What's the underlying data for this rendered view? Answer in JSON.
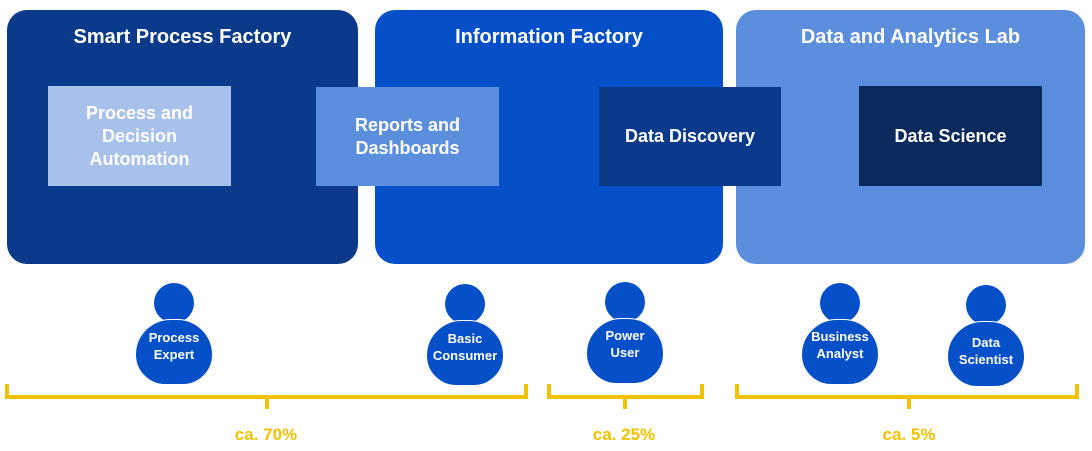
{
  "factories": [
    {
      "title": "Smart Process Factory"
    },
    {
      "title": "Information Factory"
    },
    {
      "title": "Data and Analytics Lab"
    }
  ],
  "boxes": [
    {
      "label": "Process and Decision Automation"
    },
    {
      "label": "Reports and Dashboards"
    },
    {
      "label": "Data Discovery"
    },
    {
      "label": "Data Science"
    }
  ],
  "users": [
    {
      "line1": "Process",
      "line2": "Expert"
    },
    {
      "line1": "Basic",
      "line2": "Consumer"
    },
    {
      "line1": "Power",
      "line2": "User"
    },
    {
      "line1": "Business",
      "line2": "Analyst"
    },
    {
      "line1": "Data",
      "line2": "Scientist"
    }
  ],
  "shares": [
    {
      "label": "ca. 70%"
    },
    {
      "label": "ca. 25%"
    },
    {
      "label": "ca. 5%"
    }
  ],
  "colors": {
    "factory_dark": "#0b3a8a",
    "factory_mid": "#0550c8",
    "factory_light": "#5b8edd",
    "box_pale": "#a7c1ea",
    "box_navy": "#0a2a5e",
    "person": "#0550c8",
    "brace": "#f2c200"
  },
  "icons": [
    "person-icon"
  ]
}
